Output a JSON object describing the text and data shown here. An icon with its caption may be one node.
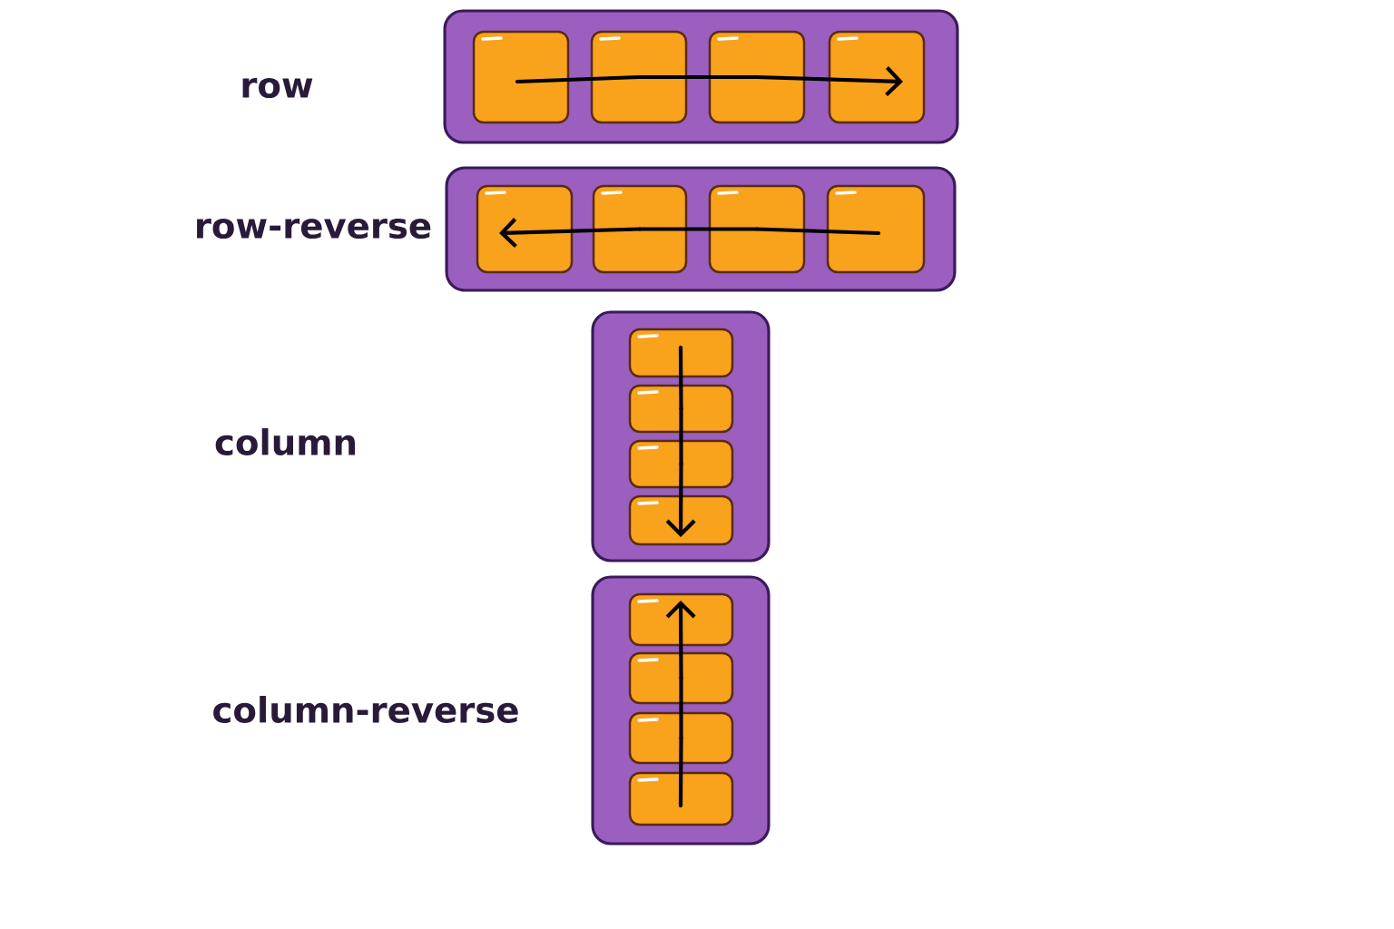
{
  "diagram": {
    "nodes": [
      {
        "text": [],
        "shape": "box"
      },
      {
        "text": [],
        "shape": "box",
        "in": 0
      },
      {
        "text": [],
        "shape": "box",
        "in": 0
      },
      {
        "text": [],
        "shape": "box",
        "in": 0
      },
      {
        "text": [],
        "shape": "box",
        "in": 0
      },
      {
        "text": [],
        "shape": "box"
      },
      {
        "text": [],
        "shape": "box",
        "in": 5
      },
      {
        "text": [],
        "shape": "box",
        "in": 5
      },
      {
        "text": [],
        "shape": "box",
        "in": 5
      },
      {
        "text": [],
        "shape": "box",
        "in": 5
      },
      {
        "text": [],
        "shape": "box"
      },
      {
        "text": [],
        "shape": "box",
        "in": 10
      },
      {
        "text": [],
        "shape": "box",
        "in": 10
      },
      {
        "text": [],
        "shape": "box",
        "in": 10
      },
      {
        "text": [],
        "shape": "box",
        "in": 10
      },
      {
        "text": [],
        "shape": "box"
      },
      {
        "text": [],
        "shape": "box",
        "in": 15
      },
      {
        "text": [],
        "shape": "box",
        "in": 15
      },
      {
        "text": [],
        "shape": "box",
        "in": 15
      },
      {
        "text": [],
        "shape": "box",
        "in": 15
      }
    ],
    "edges": [
      {
        "from": 1,
        "to": 2,
        "arrow": "none"
      },
      {
        "from": 2,
        "to": 3,
        "arrow": "none"
      },
      {
        "from": 3,
        "to": 4,
        "arrow": "to"
      },
      {
        "from": 9,
        "to": 8,
        "arrow": "none"
      },
      {
        "from": 8,
        "to": 7,
        "arrow": "none"
      },
      {
        "from": 7,
        "to": 6,
        "arrow": "to"
      },
      {
        "from": 11,
        "to": 12,
        "arrow": "none"
      },
      {
        "from": 12,
        "to": 13,
        "arrow": "none"
      },
      {
        "from": 13,
        "to": 14,
        "arrow": "to"
      },
      {
        "from": 19,
        "to": 18,
        "arrow": "none"
      },
      {
        "from": 18,
        "to": 17,
        "arrow": "none"
      },
      {
        "from": 17,
        "to": 16,
        "arrow": "to"
      }
    ],
    "labels": [
      "row",
      "row-reverse",
      "column",
      "column-reverse"
    ]
  }
}
